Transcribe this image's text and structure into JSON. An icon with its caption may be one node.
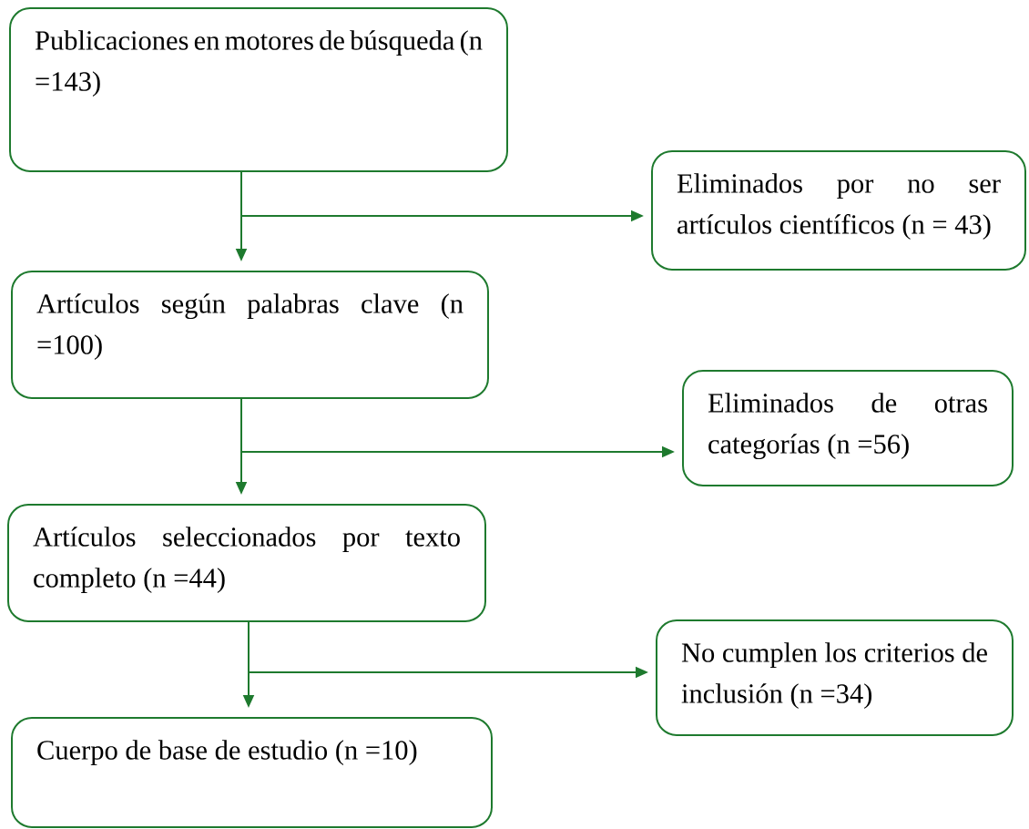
{
  "diagram": {
    "nodes": [
      {
        "text": [
          "Publicaciones en motores de búsqueda (n =143)"
        ]
      },
      {
        "text": [
          "Eliminados por no ser artículos científicos (n = 43)"
        ]
      },
      {
        "text": [
          "Artículos según palabras clave (n =100)"
        ]
      },
      {
        "text": [
          "Eliminados de otras categorías (n =56)"
        ]
      },
      {
        "text": [
          "Artículos seleccionados por texto completo (n =44)"
        ]
      },
      {
        "text": [
          "No cumplen los criterios de inclusión (n =34)"
        ]
      },
      {
        "text": [
          "Cuerpo de base de estudio (n =10)"
        ]
      }
    ],
    "edges": [
      {
        "from": 0,
        "to": 2,
        "arrow": "to"
      },
      {
        "from": 0,
        "to": 1,
        "arrow": "to"
      },
      {
        "from": 2,
        "to": 4,
        "arrow": "to"
      },
      {
        "from": 2,
        "to": 3,
        "arrow": "to"
      },
      {
        "from": 4,
        "to": 6,
        "arrow": "to"
      },
      {
        "from": 4,
        "to": 5,
        "arrow": "to"
      }
    ]
  }
}
